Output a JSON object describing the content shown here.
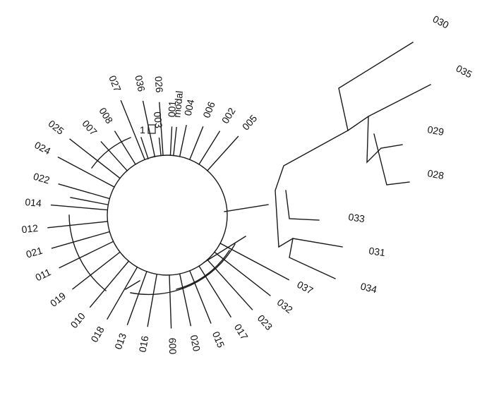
{
  "tree": {
    "circle_leaves": [
      {
        "id": "leaf-003",
        "label": "003"
      },
      {
        "id": "leaf-001",
        "label": "001"
      },
      {
        "id": "leaf-004",
        "label": "004"
      },
      {
        "id": "leaf-006",
        "label": "006"
      },
      {
        "id": "leaf-002",
        "label": "002"
      },
      {
        "id": "leaf-005",
        "label": "005"
      },
      {
        "id": "leaf-037",
        "label": "037"
      },
      {
        "id": "leaf-032",
        "label": "032"
      },
      {
        "id": "leaf-023",
        "label": "023"
      },
      {
        "id": "leaf-017",
        "label": "017"
      },
      {
        "id": "leaf-015",
        "label": "015"
      },
      {
        "id": "leaf-020",
        "label": "020"
      },
      {
        "id": "leaf-009",
        "label": "600"
      },
      {
        "id": "leaf-016",
        "label": "016"
      },
      {
        "id": "leaf-013",
        "label": "013"
      },
      {
        "id": "leaf-018",
        "label": "018"
      },
      {
        "id": "leaf-010",
        "label": "010"
      },
      {
        "id": "leaf-019",
        "label": "019"
      },
      {
        "id": "leaf-011",
        "label": "011"
      },
      {
        "id": "leaf-021",
        "label": "021"
      },
      {
        "id": "leaf-012",
        "label": "012"
      },
      {
        "id": "leaf-014",
        "label": "014"
      },
      {
        "id": "leaf-022",
        "label": "022"
      },
      {
        "id": "leaf-024",
        "label": "024"
      },
      {
        "id": "leaf-025",
        "label": "025"
      },
      {
        "id": "leaf-007",
        "label": "007"
      },
      {
        "id": "leaf-008",
        "label": "008"
      },
      {
        "id": "leaf-027",
        "label": "027"
      },
      {
        "id": "leaf-036",
        "label": "036"
      },
      {
        "id": "leaf-026",
        "label": "026"
      },
      {
        "id": "leaf-modal",
        "label": "modal"
      }
    ],
    "right_leaves": [
      {
        "id": "leaf-030",
        "label": "030"
      },
      {
        "id": "leaf-035",
        "label": "035"
      },
      {
        "id": "leaf-029",
        "label": "029"
      },
      {
        "id": "leaf-028",
        "label": "028"
      },
      {
        "id": "leaf-033",
        "label": "033"
      },
      {
        "id": "leaf-031",
        "label": "031"
      },
      {
        "id": "leaf-034",
        "label": "034"
      }
    ],
    "scale_label": "1"
  }
}
